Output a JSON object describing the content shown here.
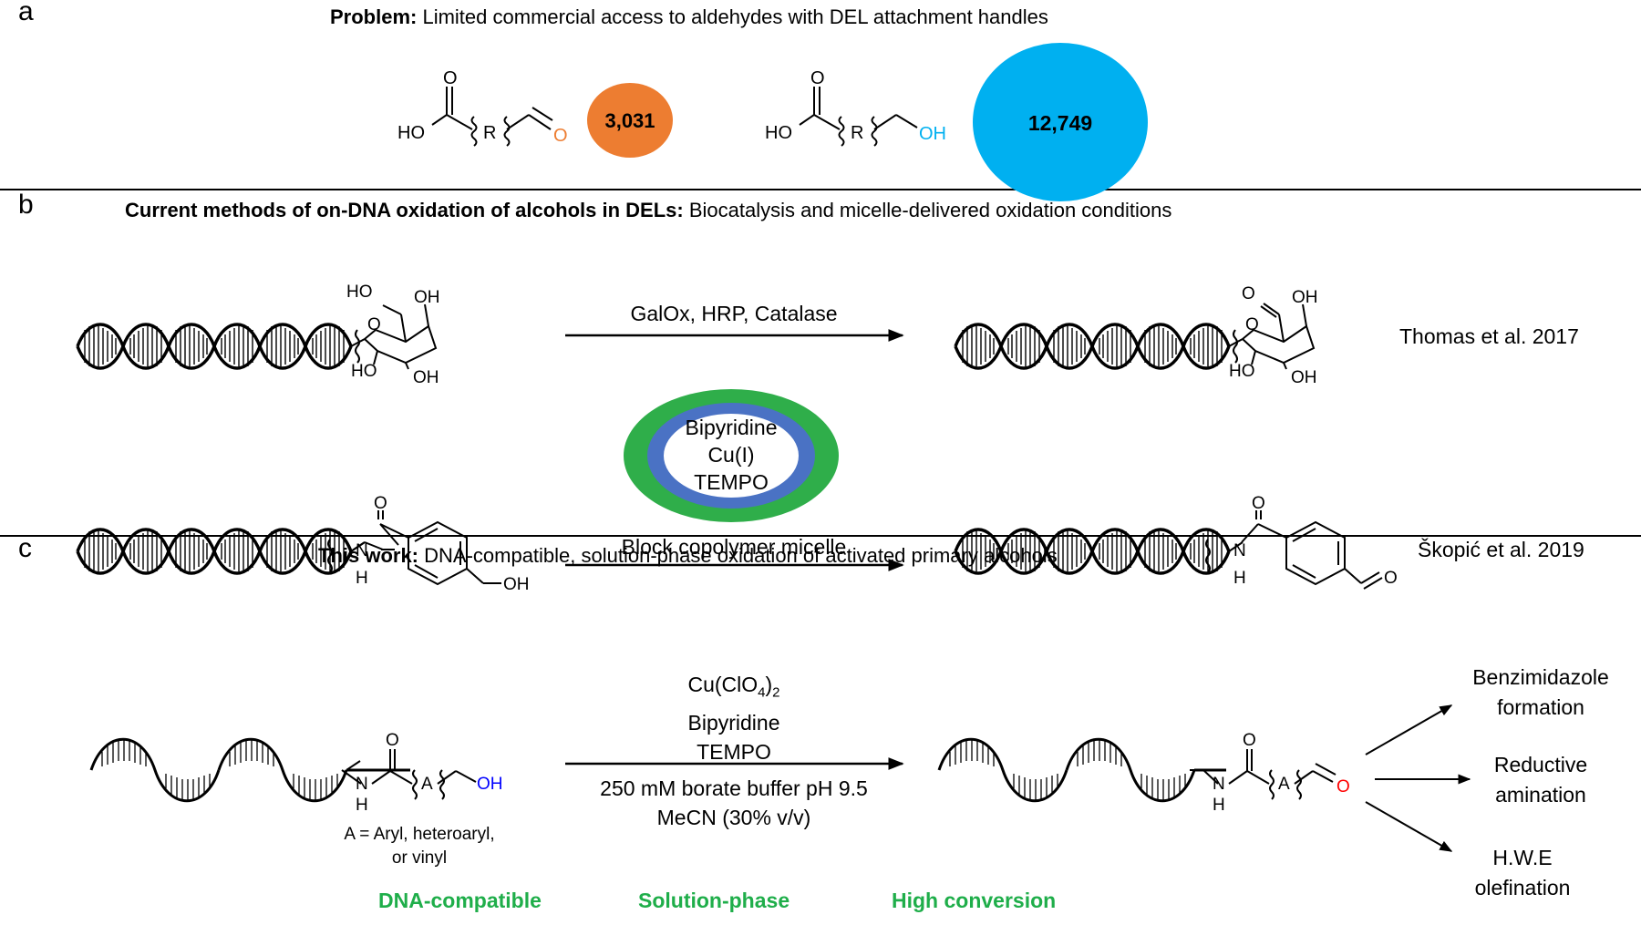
{
  "panels": {
    "a": {
      "letter": "a",
      "heading_bold": "Problem:",
      "heading_rest": " Limited commercial access to aldehydes with DEL attachment handles",
      "aldehyde_count": "3,031",
      "alcohol_count": "12,749",
      "colors": {
        "aldehyde": "#ed7d31",
        "alcohol": "#00b0f0"
      }
    },
    "b": {
      "letter": "b",
      "heading_bold": "Current methods of on-DNA oxidation of alcohols in DELs:",
      "heading_rest": " Biocatalysis and micelle-delivered oxidation conditions",
      "row1_conditions": "GalOx, HRP, Catalase",
      "row1_ref": "Thomas et al. 2017",
      "micelle_lines": [
        "Bipyridine",
        "Cu(I)",
        "TEMPO"
      ],
      "row2_conditions": "Block copolymer micelle",
      "row2_ref": "Škopić et al. 2019",
      "colors": {
        "micelle_outer": "#2fae4a",
        "micelle_inner": "#4a72c4"
      }
    },
    "c": {
      "letter": "c",
      "heading_bold": "This work:",
      "heading_rest": " DNA-compatible, solution-phase oxidation of activated primary alcohols",
      "reagent_cu": "Cu(ClO",
      "reagent_cu_sub4": "4",
      "reagent_cu_close": ")",
      "reagent_cu_sub2": "2",
      "reagent_bipy": "Bipyridine",
      "reagent_tempo": "TEMPO",
      "buffer": "250 mM borate buffer pH 9.5",
      "solvent": "MeCN (30% v/v)",
      "a_note_line1": "A = Aryl, heteroaryl,",
      "a_note_line2": "or vinyl",
      "applications": [
        {
          "line1": "Benzimidazole",
          "line2": "formation"
        },
        {
          "line1": "Reductive",
          "line2": "amination"
        },
        {
          "line1": "H.W.E",
          "line2": "olefination"
        }
      ],
      "features": [
        "DNA-compatible",
        "Solution-phase",
        "High conversion"
      ],
      "colors": {
        "hydroxyl": "#0000ff",
        "aldehyde": "#ff0000",
        "feature": "#1fae4a"
      }
    }
  },
  "chem_labels": {
    "O": "O",
    "HO": "HO",
    "OH": "OH",
    "R": "R",
    "A": "A",
    "N": "N",
    "H": "H"
  }
}
